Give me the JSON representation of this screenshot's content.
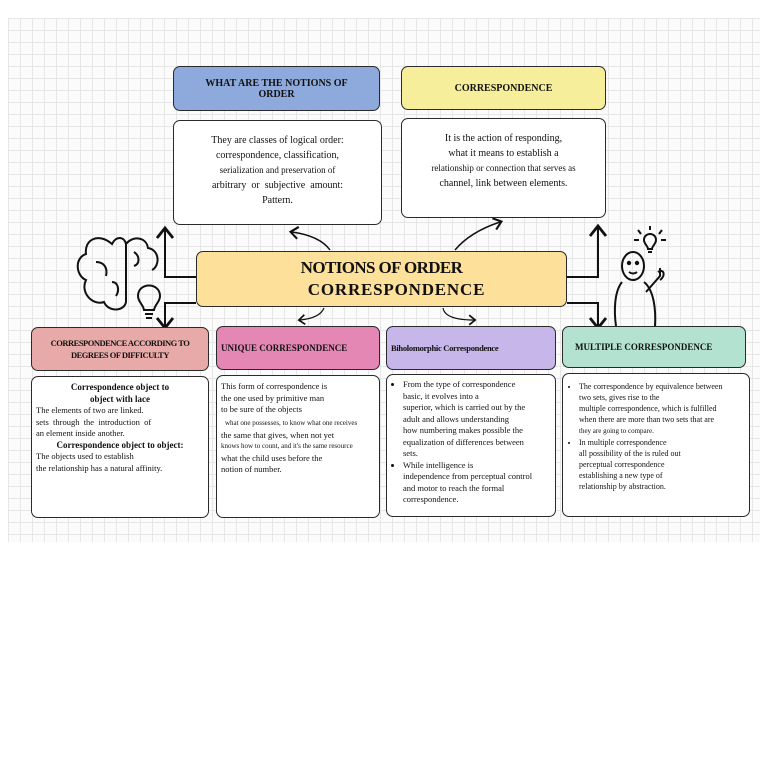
{
  "title": {
    "line1": "NOTIONS OF ORDER",
    "line2": "CORRESPONDENCE"
  },
  "top_left": {
    "header": "WHAT ARE THE NOTIONS OF ORDER",
    "lines": [
      "They are classes of logical order:",
      "correspondence, classification,",
      "serialization and preservation of",
      "arbitrary  or  subjective  amount:",
      "Pattern."
    ]
  },
  "top_right": {
    "header": "CORRESPONDENCE",
    "lines": [
      "It is the action of responding,",
      "what it means to establish a",
      "relationship or connection that serves as",
      "channel, link between elements."
    ]
  },
  "col1": {
    "header": "CORRESPONDENCE ACCORDING TO DEGREES OF DIFFICULTY",
    "heading1": "Correspondence  object  to object with lace",
    "text1": [
      "The elements of two are linked.",
      "sets  through  the  introduction  of",
      "an element inside another."
    ],
    "heading2": "Correspondence object to object:",
    "text2": [
      "The objects used to establish",
      "the relationship has a natural affinity."
    ]
  },
  "col2": {
    "header": "UNIQUE CORRESPONDENCE",
    "lines": [
      "This form of correspondence is",
      "the one used by primitive man",
      "to be sure of the objects",
      "what one possesses, to know what one receives",
      "the same that gives, when not yet",
      "knows how to count, and it's the same resource",
      "what the child uses before the",
      "notion of number."
    ]
  },
  "col3": {
    "header": "Biholomorphic Correspondence",
    "bullet1": [
      "From the type of correspondence",
      "basic, it evolves into a",
      "superior, which is carried out by the",
      "adult and allows understanding",
      "how numbering makes possible the",
      "equalization of differences between",
      "sets."
    ],
    "bullet2": [
      "While intelligence is",
      "independence from perceptual control",
      "and motor to reach the formal",
      "correspondence."
    ]
  },
  "col4": {
    "header": "MULTIPLE CORRESPONDENCE",
    "bullet1": [
      "The correspondence by equivalence between",
      "two sets, gives rise to the",
      "multiple correspondence, which is fulfilled",
      "when there are more than two sets that are",
      "they are going to compare."
    ],
    "bullet2": [
      "In multiple correspondence",
      "all possibility of the is ruled out",
      "perceptual correspondence",
      "establishing a new type of",
      "relationship by abstraction."
    ]
  },
  "colors": {
    "blue": "#8ea9dc",
    "yellow": "#f6ee9a",
    "center": "#fde19b",
    "pink1": "#e8aaa9",
    "pink2": "#e487b5",
    "purple": "#c7b6ea",
    "mint": "#b3e2d0"
  }
}
